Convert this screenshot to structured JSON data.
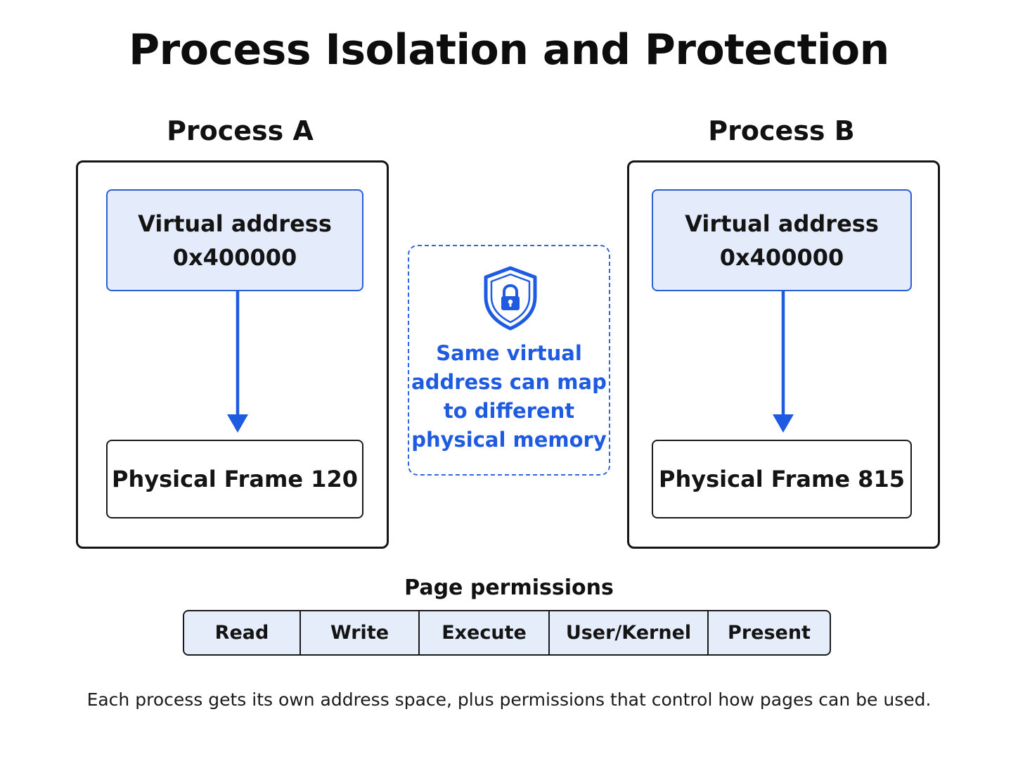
{
  "title": "Process Isolation and Protection",
  "processes": [
    {
      "label": "Process A",
      "virtual_address_label": "Virtual address",
      "virtual_address_value": "0x400000",
      "physical_frame": "Physical Frame 120"
    },
    {
      "label": "Process B",
      "virtual_address_label": "Virtual address",
      "virtual_address_value": "0x400000",
      "physical_frame": "Physical Frame 815"
    }
  ],
  "center_note": {
    "icon": "shield-lock-icon",
    "lines": [
      "Same virtual",
      "address can map",
      "to different",
      "physical memory"
    ]
  },
  "permissions": {
    "label": "Page permissions",
    "items": [
      "Read",
      "Write",
      "Execute",
      "User/Kernel",
      "Present"
    ]
  },
  "caption": "Each process gets its own address space, plus permissions that control how pages can be used.",
  "colors": {
    "accent_blue": "#2a5fd6",
    "note_text_blue": "#1f5be0",
    "box_fill_blue": "#e4ecfb",
    "border_dark": "#151515"
  }
}
